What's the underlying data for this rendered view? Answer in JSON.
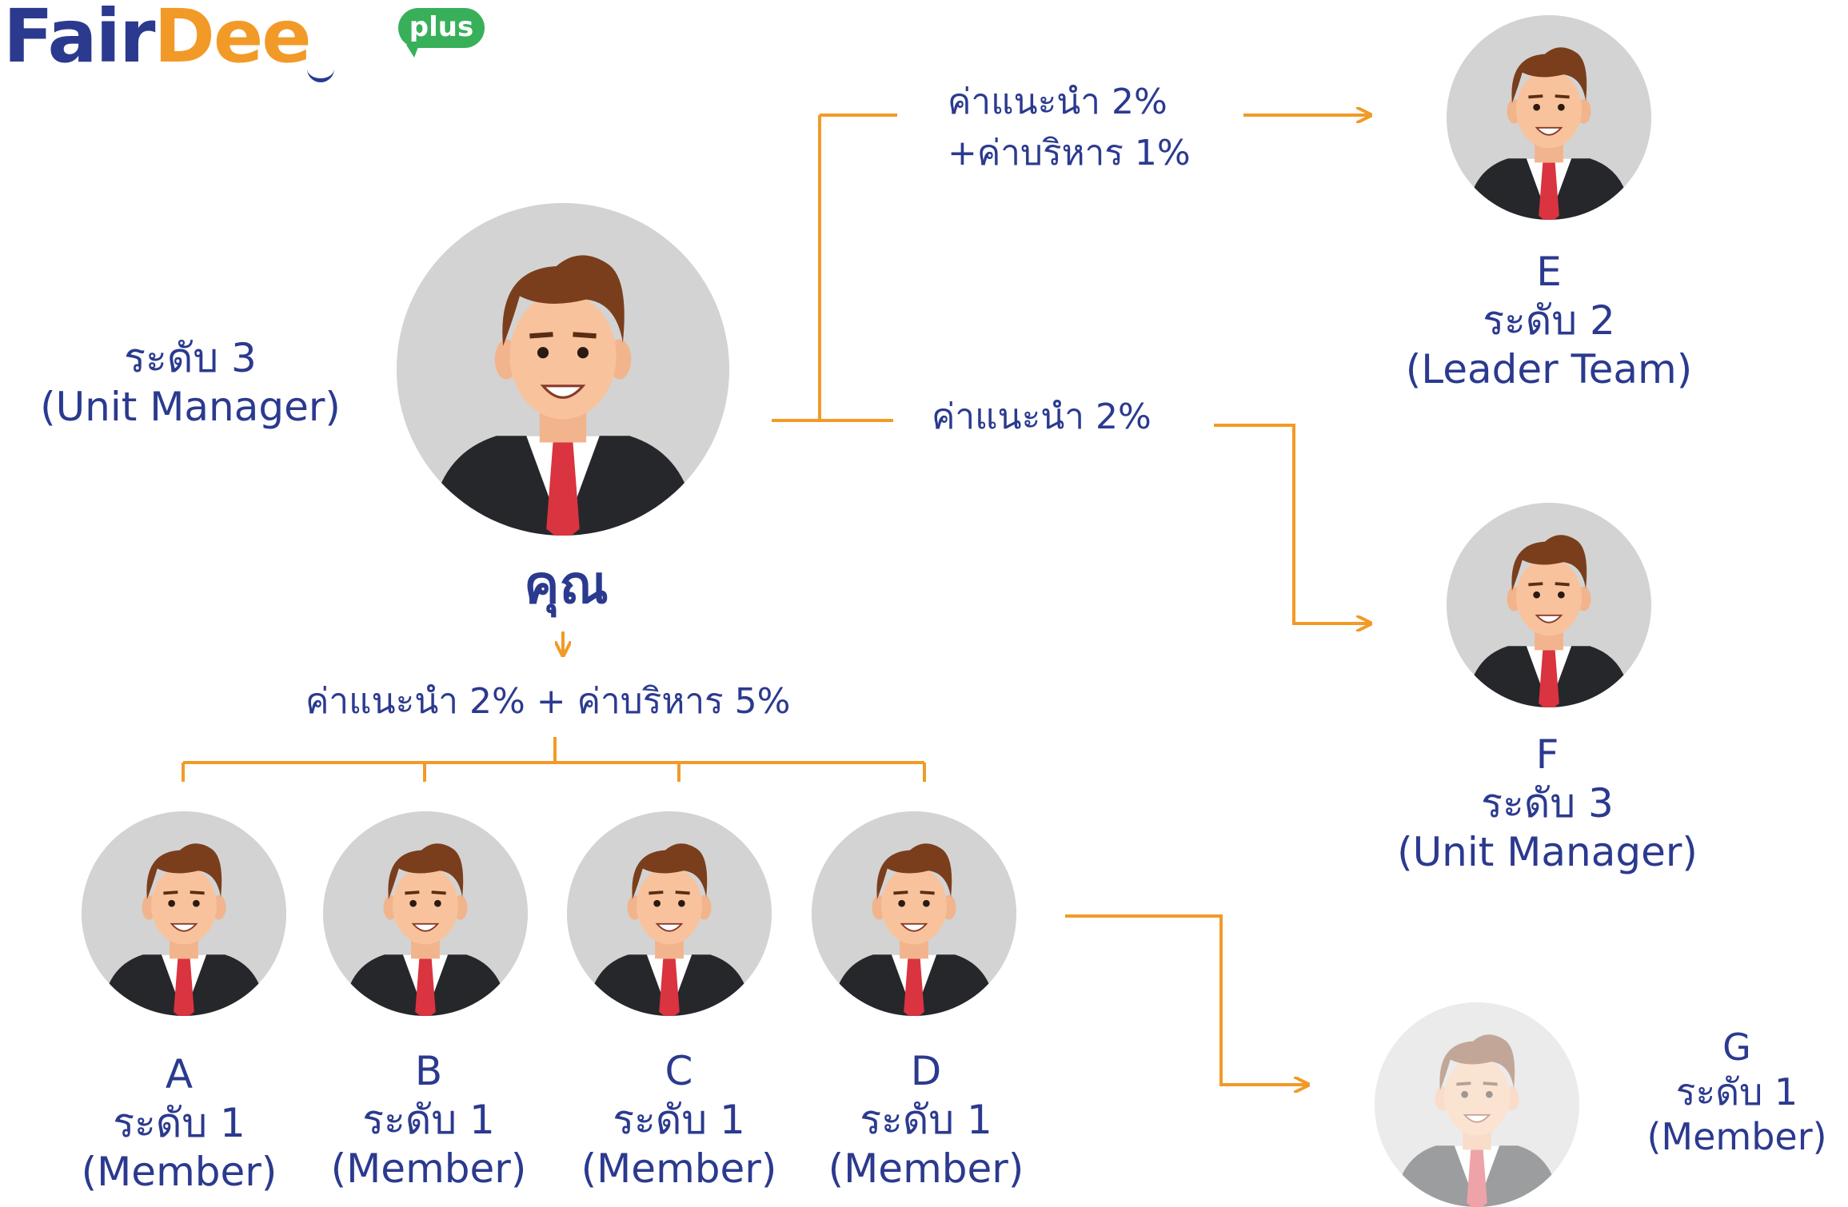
{
  "logo": {
    "part1": "Fair",
    "part2": "Dee",
    "badge": "plus"
  },
  "colors": {
    "text": "#2b3a8f",
    "line": "#f29a27",
    "logo_accent": "#f29a27",
    "badge": "#38b05a",
    "avatar_bg": "#d3d3d3"
  },
  "you": {
    "name": "คุณ",
    "level": "ระดับ 3",
    "title": "(Unit Manager)"
  },
  "fees": {
    "to_e_line1": "ค่าแนะนำ 2%",
    "to_e_line2": "+ค่าบริหาร 1%",
    "to_f": "ค่าแนะนำ 2%",
    "to_members": "ค่าแนะนำ 2% + ค่าบริหาร 5%"
  },
  "upline": [
    {
      "letter": "E",
      "level": "ระดับ 2",
      "title": "(Leader Team)"
    },
    {
      "letter": "F",
      "level": "ระดับ 3",
      "title": "(Unit Manager)"
    }
  ],
  "members": [
    {
      "letter": "A",
      "level": "ระดับ 1",
      "title": "(Member)"
    },
    {
      "letter": "B",
      "level": "ระดับ 1",
      "title": "(Member)"
    },
    {
      "letter": "C",
      "level": "ระดับ 1",
      "title": "(Member)"
    },
    {
      "letter": "D",
      "level": "ระดับ 1",
      "title": "(Member)"
    }
  ],
  "outside": {
    "letter": "G",
    "level": "ระดับ 1",
    "title": "(Member)"
  }
}
